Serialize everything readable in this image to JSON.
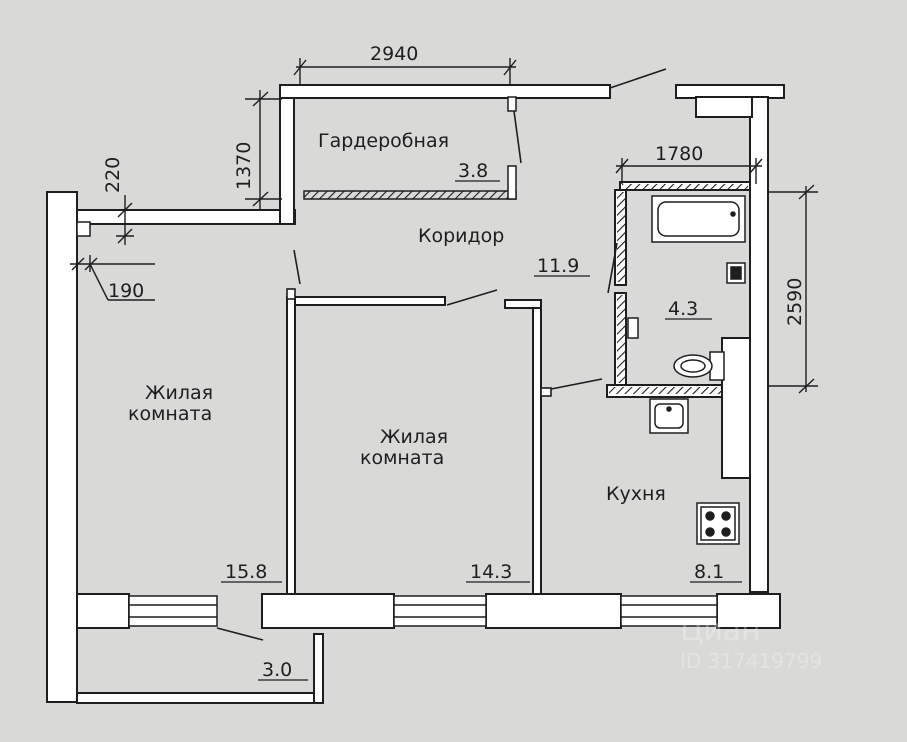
{
  "rooms": {
    "wardrobe": {
      "name": "Гардеробная",
      "area": "3.8"
    },
    "corridor": {
      "name": "Коридор",
      "area": "11.9"
    },
    "bathroom": {
      "area": "4.3"
    },
    "living1": {
      "name_line1": "Жилая",
      "name_line2": "комната",
      "area": "15.8"
    },
    "living2": {
      "name_line1": "Жилая",
      "name_line2": "комната",
      "area": "14.3"
    },
    "kitchen": {
      "name": "Кухня",
      "area": "8.1"
    },
    "balcony": {
      "area": "3.0"
    }
  },
  "dimensions": {
    "wardrobe_width": "2940",
    "wardrobe_depth": "1370",
    "bath_width": "1780",
    "bath_length": "2590",
    "wall_220": "220",
    "wall_190": "190"
  },
  "watermark": {
    "brand": "Циан",
    "id": "ID 317419799"
  },
  "colors": {
    "paper": "#d9dad8",
    "ink": "#1e1e1e",
    "wall": "#ffffff"
  }
}
